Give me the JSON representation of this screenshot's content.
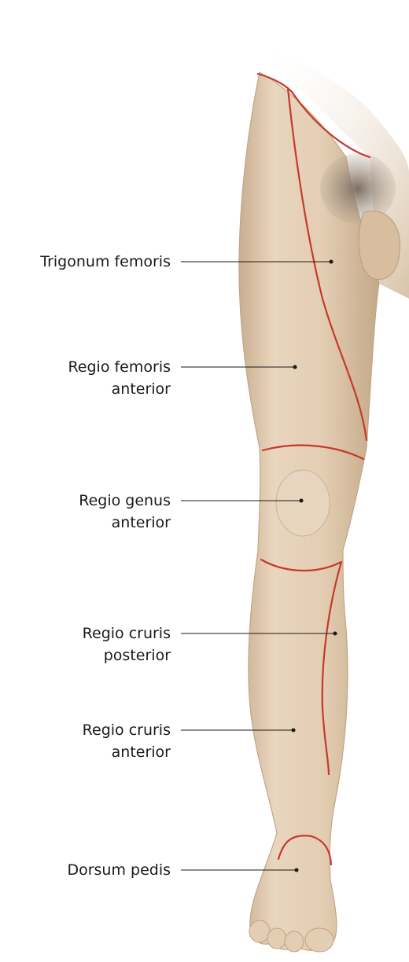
{
  "colors": {
    "region_border": "#c8382a",
    "skin": "#e3cdb3",
    "skin_shadow": "#c9ae90",
    "hair": "#8a7a6c",
    "leader": "#1a1a1a"
  },
  "labels": [
    {
      "id": "trigonum-femoris",
      "lines": [
        "Trigonum femoris"
      ]
    },
    {
      "id": "regio-femoris-anterior",
      "lines": [
        "Regio femoris",
        "anterior"
      ]
    },
    {
      "id": "regio-genus-anterior",
      "lines": [
        "Regio genus",
        "anterior"
      ]
    },
    {
      "id": "regio-cruris-posterior",
      "lines": [
        "Regio cruris",
        "posterior"
      ]
    },
    {
      "id": "regio-cruris-anterior",
      "lines": [
        "Regio cruris",
        "anterior"
      ]
    },
    {
      "id": "dorsum-pedis",
      "lines": [
        "Dorsum pedis"
      ]
    }
  ]
}
